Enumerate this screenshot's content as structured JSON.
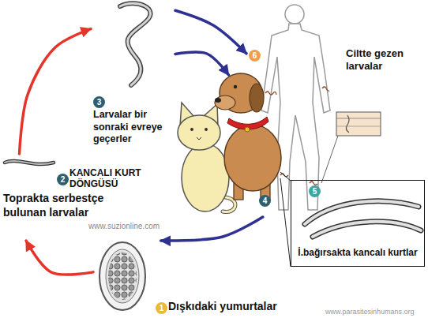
{
  "diagram": {
    "nodes": [
      {
        "text": [
          "1",
          "Dışkıdaki yumurtalar"
        ]
      },
      {
        "text": [
          "2",
          "Toprakta serbestçe bulunan larvalar"
        ]
      },
      {
        "text": [
          "3",
          "Larvalar bir sonraki evreye geçerler"
        ]
      },
      {
        "text": [
          "6",
          "Ciltte gezen larvalar"
        ]
      },
      {
        "text": [
          "4"
        ]
      },
      {
        "text": [
          "5",
          "İ.bağırsakta kancalı kurtlar"
        ]
      }
    ],
    "edges": [
      {
        "from": 0,
        "to": 1,
        "arrow": "to"
      },
      {
        "from": 1,
        "to": 2,
        "arrow": "to"
      },
      {
        "from": 2,
        "to": 3,
        "arrow": "to"
      },
      {
        "from": 2,
        "to": 4,
        "arrow": "to"
      },
      {
        "from": 4,
        "to": 0,
        "arrow": "to"
      }
    ],
    "labels": [
      "KANCALI KURT DÖNGÜSÜ",
      "www.suzionline.com",
      "www.parasitesinhumans.org"
    ]
  }
}
